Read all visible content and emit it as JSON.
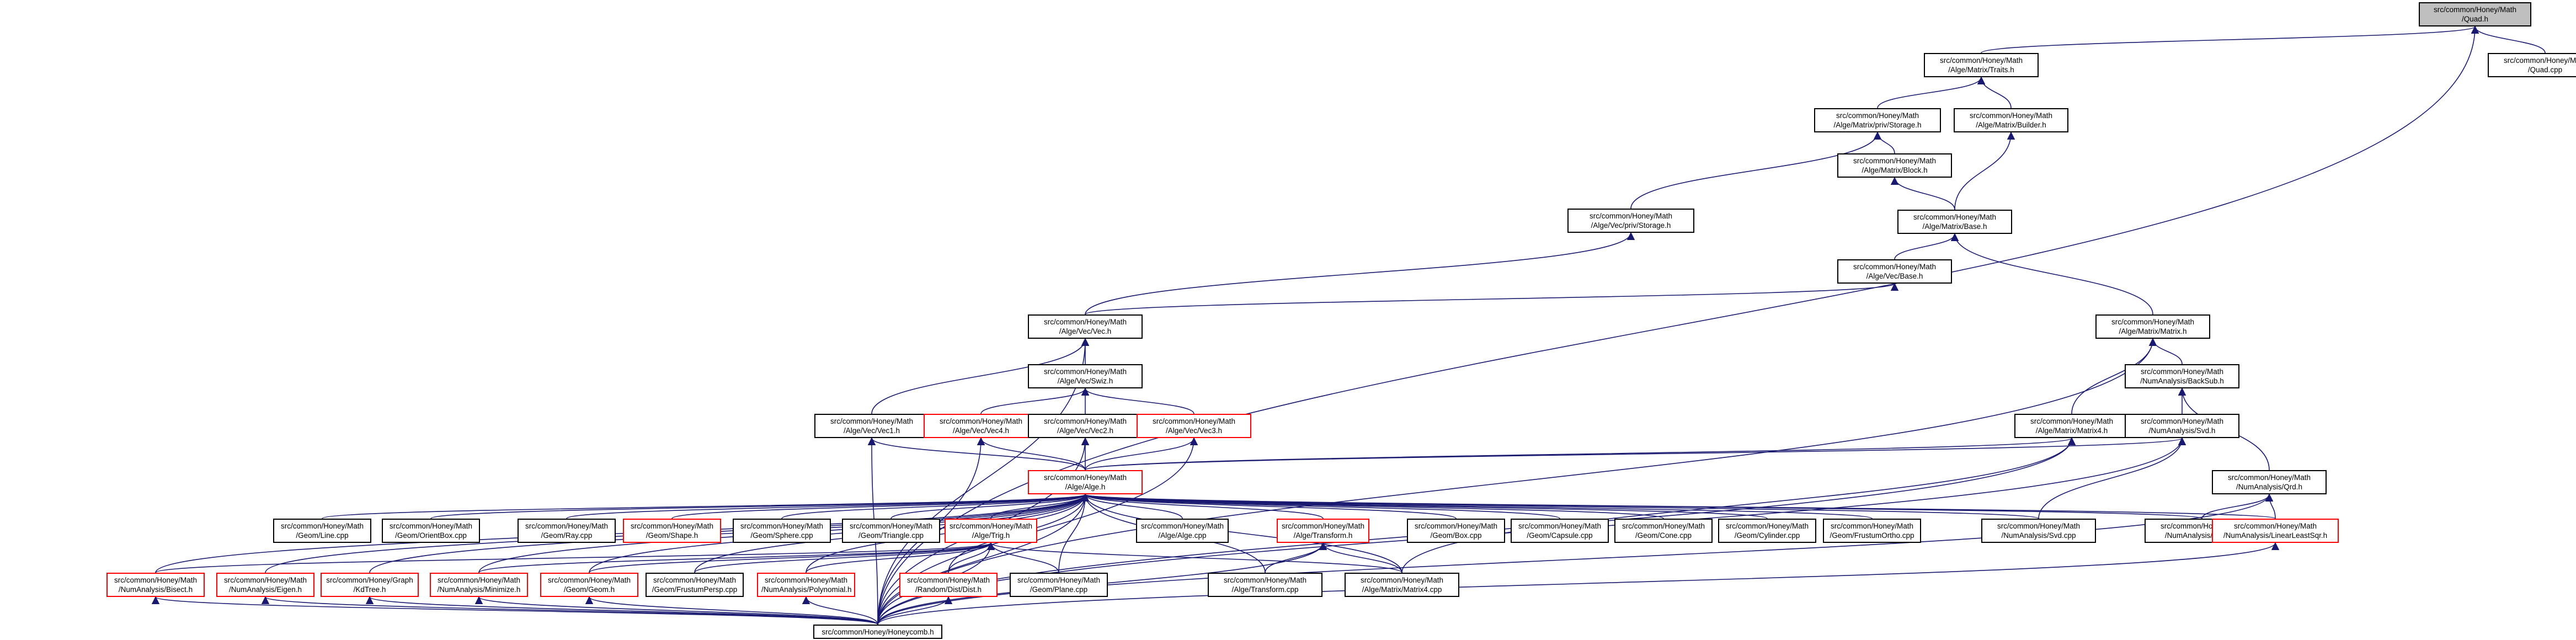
{
  "colors": {
    "edge": "#191970",
    "node_border": "#000000",
    "warn_border": "#ff0000",
    "root_fill": "#bfbfbf"
  },
  "nodes": {
    "quad_h": {
      "l1": "src/common/Honey/Math",
      "l2": "/Quad.h",
      "style": "root"
    },
    "matrix_traits": {
      "l1": "src/common/Honey/Math",
      "l2": "/Alge/Matrix/Traits.h",
      "style": "normal"
    },
    "quad_cpp": {
      "l1": "src/common/Honey/Math",
      "l2": "/Quad.cpp",
      "style": "normal"
    },
    "matrix_priv_storage": {
      "l1": "src/common/Honey/Math",
      "l2": "/Alge/Matrix/priv/Storage.h",
      "style": "normal"
    },
    "matrix_builder": {
      "l1": "src/common/Honey/Math",
      "l2": "/Alge/Matrix/Builder.h",
      "style": "normal"
    },
    "matrix_block": {
      "l1": "src/common/Honey/Math",
      "l2": "/Alge/Matrix/Block.h",
      "style": "normal"
    },
    "vec_priv_storage": {
      "l1": "src/common/Honey/Math",
      "l2": "/Alge/Vec/priv/Storage.h",
      "style": "normal"
    },
    "matrix_base": {
      "l1": "src/common/Honey/Math",
      "l2": "/Alge/Matrix/Base.h",
      "style": "normal"
    },
    "vec_base": {
      "l1": "src/common/Honey/Math",
      "l2": "/Alge/Vec/Base.h",
      "style": "normal"
    },
    "vec_vec": {
      "l1": "src/common/Honey/Math",
      "l2": "/Alge/Vec/Vec.h",
      "style": "normal"
    },
    "matrix_matrix": {
      "l1": "src/common/Honey/Math",
      "l2": "/Alge/Matrix/Matrix.h",
      "style": "normal"
    },
    "vec_swiz": {
      "l1": "src/common/Honey/Math",
      "l2": "/Alge/Vec/Swiz.h",
      "style": "normal"
    },
    "backsub": {
      "l1": "src/common/Honey/Math",
      "l2": "/NumAnalysis/BackSub.h",
      "style": "normal"
    },
    "vec1": {
      "l1": "src/common/Honey/Math",
      "l2": "/Alge/Vec/Vec1.h",
      "style": "normal"
    },
    "vec4": {
      "l1": "src/common/Honey/Math",
      "l2": "/Alge/Vec/Vec4.h",
      "style": "warn"
    },
    "vec2": {
      "l1": "src/common/Honey/Math",
      "l2": "/Alge/Vec/Vec2.h",
      "style": "normal"
    },
    "vec3": {
      "l1": "src/common/Honey/Math",
      "l2": "/Alge/Vec/Vec3.h",
      "style": "warn"
    },
    "matrix4": {
      "l1": "src/common/Honey/Math",
      "l2": "/Alge/Matrix/Matrix4.h",
      "style": "normal"
    },
    "svd_h": {
      "l1": "src/common/Honey/Math",
      "l2": "/NumAnalysis/Svd.h",
      "style": "normal"
    },
    "alge_h": {
      "l1": "src/common/Honey/Math",
      "l2": "/Alge/Alge.h",
      "style": "warn"
    },
    "qrd_h": {
      "l1": "src/common/Honey/Math",
      "l2": "/NumAnalysis/Qrd.h",
      "style": "normal"
    },
    "line_cpp": {
      "l1": "src/common/Honey/Math",
      "l2": "/Geom/Line.cpp",
      "style": "normal"
    },
    "orientbox_cpp": {
      "l1": "src/common/Honey/Math",
      "l2": "/Geom/OrientBox.cpp",
      "style": "normal"
    },
    "ray_cpp": {
      "l1": "src/common/Honey/Math",
      "l2": "/Geom/Ray.cpp",
      "style": "normal"
    },
    "shape_h": {
      "l1": "src/common/Honey/Math",
      "l2": "/Geom/Shape.h",
      "style": "warn"
    },
    "sphere_cpp": {
      "l1": "src/common/Honey/Math",
      "l2": "/Geom/Sphere.cpp",
      "style": "normal"
    },
    "triangle_cpp": {
      "l1": "src/common/Honey/Math",
      "l2": "/Geom/Triangle.cpp",
      "style": "normal"
    },
    "trig_h": {
      "l1": "src/common/Honey/Math",
      "l2": "/Alge/Trig.h",
      "style": "warn"
    },
    "alge_cpp": {
      "l1": "src/common/Honey/Math",
      "l2": "/Alge/Alge.cpp",
      "style": "normal"
    },
    "transform_h": {
      "l1": "src/common/Honey/Math",
      "l2": "/Alge/Transform.h",
      "style": "warn"
    },
    "box_cpp": {
      "l1": "src/common/Honey/Math",
      "l2": "/Geom/Box.cpp",
      "style": "normal"
    },
    "capsule_cpp": {
      "l1": "src/common/Honey/Math",
      "l2": "/Geom/Capsule.cpp",
      "style": "normal"
    },
    "cone_cpp": {
      "l1": "src/common/Honey/Math",
      "l2": "/Geom/Cone.cpp",
      "style": "normal"
    },
    "cylinder_cpp": {
      "l1": "src/common/Honey/Math",
      "l2": "/Geom/Cylinder.cpp",
      "style": "normal"
    },
    "frustumortho_cpp": {
      "l1": "src/common/Honey/Math",
      "l2": "/Geom/FrustumOrtho.cpp",
      "style": "normal"
    },
    "svd_cpp": {
      "l1": "src/common/Honey/Math",
      "l2": "/NumAnalysis/Svd.cpp",
      "style": "normal"
    },
    "qrd_cpp": {
      "l1": "src/common/Honey/Math",
      "l2": "/NumAnalysis/Qrd.cpp",
      "style": "normal"
    },
    "linearleastsqr_h": {
      "l1": "src/common/Honey/Math",
      "l2": "/NumAnalysis/LinearLeastSqr.h",
      "style": "warn"
    },
    "bisect_h": {
      "l1": "src/common/Honey/Math",
      "l2": "/NumAnalysis/Bisect.h",
      "style": "warn"
    },
    "eigen_h": {
      "l1": "src/common/Honey/Math",
      "l2": "/NumAnalysis/Eigen.h",
      "style": "warn"
    },
    "kdtree_h": {
      "l1": "src/common/Honey/Graph",
      "l2": "/KdTree.h",
      "style": "warn"
    },
    "minimize_h": {
      "l1": "src/common/Honey/Math",
      "l2": "/NumAnalysis/Minimize.h",
      "style": "warn"
    },
    "geom_h": {
      "l1": "src/common/Honey/Math",
      "l2": "/Geom/Geom.h",
      "style": "warn"
    },
    "frustumpersp_cpp": {
      "l1": "src/common/Honey/Math",
      "l2": "/Geom/FrustumPersp.cpp",
      "style": "normal"
    },
    "polynomial_h": {
      "l1": "src/common/Honey/Math",
      "l2": "/NumAnalysis/Polynomial.h",
      "style": "warn"
    },
    "dist_h": {
      "l1": "src/common/Honey/Math",
      "l2": "/Random/Dist/Dist.h",
      "style": "warn"
    },
    "plane_cpp": {
      "l1": "src/common/Honey/Math",
      "l2": "/Geom/Plane.cpp",
      "style": "normal"
    },
    "transform_cpp": {
      "l1": "src/common/Honey/Math",
      "l2": "/Alge/Transform.cpp",
      "style": "normal"
    },
    "matrix4_cpp": {
      "l1": "src/common/Honey/Math",
      "l2": "/Alge/Matrix/Matrix4.cpp",
      "style": "normal"
    },
    "honeycomb": {
      "l1": "src/common/Honey/Honeycomb.h",
      "l2": "",
      "style": "normal"
    }
  },
  "edges": [
    [
      "matrix_traits",
      "quad_h"
    ],
    [
      "quad_cpp",
      "quad_h"
    ],
    [
      "honeycomb",
      "quad_h"
    ],
    [
      "matrix_priv_storage",
      "matrix_traits"
    ],
    [
      "matrix_builder",
      "matrix_traits"
    ],
    [
      "matrix_block",
      "matrix_priv_storage"
    ],
    [
      "vec_priv_storage",
      "matrix_priv_storage"
    ],
    [
      "matrix_base",
      "matrix_block"
    ],
    [
      "matrix_base",
      "matrix_builder"
    ],
    [
      "vec_base",
      "matrix_base"
    ],
    [
      "matrix_matrix",
      "matrix_base"
    ],
    [
      "vec_vec",
      "vec_priv_storage"
    ],
    [
      "vec_vec",
      "vec_base"
    ],
    [
      "vec_swiz",
      "vec_vec"
    ],
    [
      "vec1",
      "vec_vec"
    ],
    [
      "honeycomb",
      "vec_vec"
    ],
    [
      "vec4",
      "vec_swiz"
    ],
    [
      "vec2",
      "vec_swiz"
    ],
    [
      "vec3",
      "vec_swiz"
    ],
    [
      "alge_h",
      "vec1"
    ],
    [
      "alge_h",
      "vec4"
    ],
    [
      "alge_h",
      "vec2"
    ],
    [
      "alge_h",
      "vec3"
    ],
    [
      "honeycomb",
      "vec1"
    ],
    [
      "honeycomb",
      "vec4"
    ],
    [
      "honeycomb",
      "vec2"
    ],
    [
      "honeycomb",
      "vec3"
    ],
    [
      "backsub",
      "matrix_matrix"
    ],
    [
      "matrix4",
      "matrix_matrix"
    ],
    [
      "honeycomb",
      "matrix_matrix"
    ],
    [
      "svd_h",
      "backsub"
    ],
    [
      "qrd_h",
      "backsub"
    ],
    [
      "alge_h",
      "matrix4"
    ],
    [
      "matrix4_cpp",
      "matrix4"
    ],
    [
      "honeycomb",
      "matrix4"
    ],
    [
      "alge_h",
      "svd_h"
    ],
    [
      "svd_cpp",
      "svd_h"
    ],
    [
      "honeycomb",
      "svd_h"
    ],
    [
      "qrd_cpp",
      "qrd_h"
    ],
    [
      "linearleastsqr_h",
      "qrd_h"
    ],
    [
      "honeycomb",
      "qrd_h"
    ],
    [
      "line_cpp",
      "alge_h"
    ],
    [
      "orientbox_cpp",
      "alge_h"
    ],
    [
      "ray_cpp",
      "alge_h"
    ],
    [
      "shape_h",
      "alge_h"
    ],
    [
      "sphere_cpp",
      "alge_h"
    ],
    [
      "triangle_cpp",
      "alge_h"
    ],
    [
      "trig_h",
      "alge_h"
    ],
    [
      "alge_cpp",
      "alge_h"
    ],
    [
      "transform_h",
      "alge_h"
    ],
    [
      "box_cpp",
      "alge_h"
    ],
    [
      "capsule_cpp",
      "alge_h"
    ],
    [
      "cone_cpp",
      "alge_h"
    ],
    [
      "cylinder_cpp",
      "alge_h"
    ],
    [
      "frustumortho_cpp",
      "alge_h"
    ],
    [
      "svd_cpp",
      "alge_h"
    ],
    [
      "qrd_cpp",
      "alge_h"
    ],
    [
      "linearleastsqr_h",
      "alge_h"
    ],
    [
      "bisect_h",
      "alge_h"
    ],
    [
      "eigen_h",
      "alge_h"
    ],
    [
      "kdtree_h",
      "alge_h"
    ],
    [
      "minimize_h",
      "alge_h"
    ],
    [
      "geom_h",
      "alge_h"
    ],
    [
      "frustumpersp_cpp",
      "alge_h"
    ],
    [
      "polynomial_h",
      "alge_h"
    ],
    [
      "dist_h",
      "alge_h"
    ],
    [
      "plane_cpp",
      "alge_h"
    ],
    [
      "transform_cpp",
      "alge_h"
    ],
    [
      "matrix4_cpp",
      "alge_h"
    ],
    [
      "honeycomb",
      "alge_h"
    ],
    [
      "bisect_h",
      "trig_h"
    ],
    [
      "minimize_h",
      "trig_h"
    ],
    [
      "geom_h",
      "trig_h"
    ],
    [
      "frustumpersp_cpp",
      "trig_h"
    ],
    [
      "polynomial_h",
      "trig_h"
    ],
    [
      "dist_h",
      "trig_h"
    ],
    [
      "plane_cpp",
      "trig_h"
    ],
    [
      "matrix4_cpp",
      "trig_h"
    ],
    [
      "honeycomb",
      "trig_h"
    ],
    [
      "transform_cpp",
      "transform_h"
    ],
    [
      "matrix4_cpp",
      "transform_h"
    ],
    [
      "honeycomb",
      "transform_h"
    ],
    [
      "honeycomb",
      "bisect_h"
    ],
    [
      "honeycomb",
      "eigen_h"
    ],
    [
      "honeycomb",
      "kdtree_h"
    ],
    [
      "honeycomb",
      "minimize_h"
    ],
    [
      "honeycomb",
      "geom_h"
    ],
    [
      "honeycomb",
      "polynomial_h"
    ],
    [
      "honeycomb",
      "dist_h"
    ],
    [
      "honeycomb",
      "linearleastsqr_h"
    ]
  ]
}
